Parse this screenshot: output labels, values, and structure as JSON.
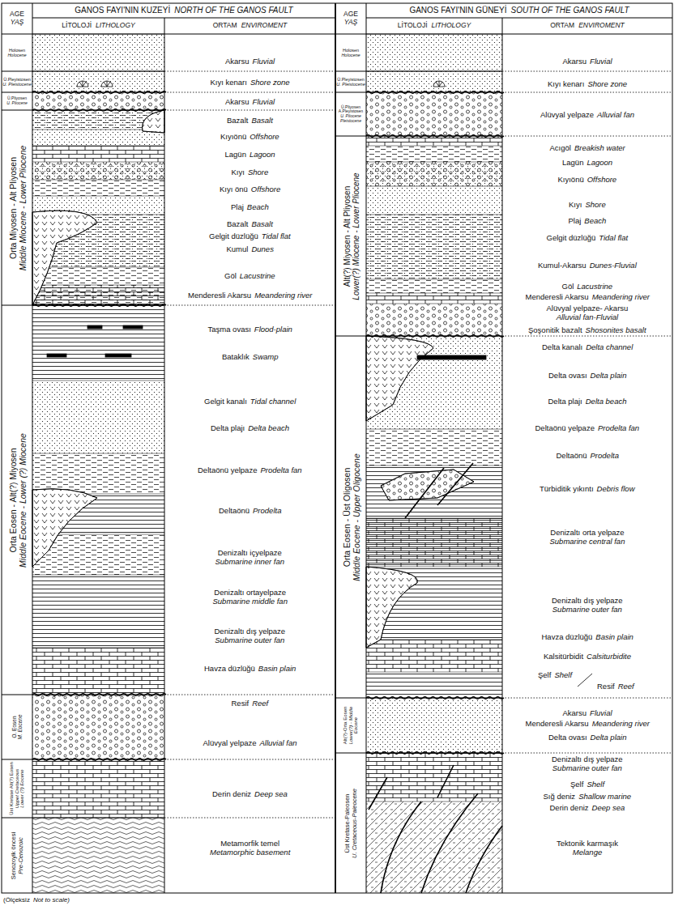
{
  "diagram": {
    "nodes": [
      {
        "text": [
          "AGE",
          "YAŞ"
        ]
      },
      {
        "text": [
          "GANOS FAYI'NIN KUZEYİ",
          "NORTH OF THE GANOS FAULT"
        ]
      },
      {
        "text": [
          "LİTOLOJİ",
          "LITHOLOGY"
        ]
      },
      {
        "text": [
          "ORTAM",
          "ENVIROMENT"
        ]
      },
      {
        "text": [
          "AGE",
          "YAŞ"
        ]
      },
      {
        "text": [
          "GANOS FAYI'NIN GÜNEYİ",
          "SOUTH OF THE GANOS FAULT"
        ]
      },
      {
        "text": [
          "LİTOLOJİ",
          "LITHOLOGY"
        ]
      },
      {
        "text": [
          "ORTAM",
          "ENVIROMENT"
        ]
      },
      {
        "text": [
          "Holosen",
          "Holocene"
        ]
      },
      {
        "text": [
          "Ü.Pleyistosen",
          "U. Pleistocene"
        ]
      },
      {
        "text": [
          "Ü.Pliyosen",
          "U. Pliocene"
        ]
      },
      {
        "text": [
          "Orta Miyosen - Alt Pliyosen",
          "Middle Miocene - Lower Pliocene"
        ]
      },
      {
        "text": [
          "Orta Eosen - Alt(?) Miyosen",
          "Middle Eocene - Lower (?) Miocene"
        ]
      },
      {
        "text": [
          "O. Eosen",
          "M. Eocene"
        ]
      },
      {
        "text": [
          "Üst Kretase Alt(?) Eosen",
          "Uppet Cretaceous Lower (?) Eocene"
        ]
      },
      {
        "text": [
          "Senozoyik öncesi",
          "Pre-Cenozoic"
        ]
      },
      {
        "text": [
          "Holosen",
          "Holocene"
        ]
      },
      {
        "text": [
          "Ü.Pleyistosen",
          "U. Pleistocene"
        ]
      },
      {
        "text": [
          "Ü.Pliyosen A.Pleyistosen",
          "U. Pliocene Pleistocene"
        ]
      },
      {
        "text": [
          "Alt(?) Miyosen - Alt Pliyosen",
          "Lower(?) Miocene - Lower Pliocene"
        ]
      },
      {
        "text": [
          "Orta Eosen - Üst Oligosen",
          "Middle Eocene - Upper Oligocene"
        ]
      },
      {
        "text": [
          "Alt(?)-Orta Eosen",
          "Lower(?) - Middle Eocene"
        ]
      },
      {
        "text": [
          "Üst Kretase-Paleosen",
          "U. Cretaceous-Paleocene"
        ]
      }
    ],
    "labels": [
      "Akarsu",
      "Fluvial",
      "Kıyı kenarı",
      "Shore zone",
      "Akarsu",
      "Fluvial",
      "Bazalt",
      "Basalt",
      "Kıyıönü",
      "Offshore",
      "Lagün",
      "Lagoon",
      "Kıyı",
      "Shore",
      "Kıyı önü",
      "Offshore",
      "Plaj",
      "Beach",
      "Bazalt",
      "Basalt",
      "Gelgit düzlüğü",
      "Tidal flat",
      "Kumul",
      "Dunes",
      "Göl",
      "Lacustrine",
      "Menderesli Akarsu",
      "Meandering river",
      "Taşma ovası",
      "Flood-plain",
      "Bataklık",
      "Swamp",
      "Gelgit kanalı",
      "Tidal channel",
      "Delta plajı",
      "Delta beach",
      "Deltaönü yelpaze",
      "Prodelta fan",
      "Deltaönü",
      "Prodelta",
      "Denizaltı içyelpaze",
      "Submarine inner fan",
      "Denizaltı ortayelpaze",
      "Submarine middle fan",
      "Denizaltı dış yelpaze",
      "Submarine outer fan",
      "Havza düzlüğü",
      "Basin plain",
      "Resif",
      "Reef",
      "Alüvyal yelpaze",
      "Alluvial fan",
      "Derin deniz",
      "Deep sea",
      "Metamorfik temel",
      "Metamorphic basement",
      "Akarsu",
      "Fluvial",
      "Kıyı kenarı",
      "Shore zone",
      "Alüvyal yelpaze",
      "Alluvial fan",
      "Acıgöl",
      "Breakish water",
      "Lagün",
      "Lagoon",
      "Kıyıönü",
      "Offshore",
      "Kıyı",
      "Shore",
      "Plaj",
      "Beach",
      "Gelgit düzlüğü",
      "Tidal flat",
      "Kumul-Akarsu",
      "Dunes-Fluvial",
      "Göl",
      "Lacustrine",
      "Menderesli Akarsu",
      "Meandering river",
      "Alüvyal yelpaze- Akarsu",
      "Alluvial fan-Fluvial",
      "Şoşonitik bazalt",
      "Shosonites basalt",
      "Delta kanalı",
      "Delta channel",
      "Delta ovası",
      "Delta plain",
      "Delta plajı",
      "Delta beach",
      "Deltaönü yelpaze",
      "Prodelta fan",
      "Deltaönü",
      "Prodelta",
      "Türbiditik yıkıntı",
      "Debris flow",
      "Denizaltı orta yelpaze",
      "Submarine central fan",
      "Denizaltı dış yelpaze",
      "Submarine outer fan",
      "Havza düzlüğü",
      "Basin plain",
      "Kalsitürbidit",
      "Calsiturbidite",
      "Şelf",
      "Shelf",
      "Resif",
      "Reef",
      "Akarsu",
      "Fluvial",
      "Menderesli Akarsu",
      "Meandering river",
      "Delta ovası",
      "Delta plain",
      "Denizaltı dış yelpaze",
      "Submarine outer fan",
      "Şelf",
      "Shelf",
      "Sığ deniz",
      "Shallow marine",
      "Derin deniz",
      "Deep sea",
      "Tektonik karmaşık",
      "Melange",
      "(Ölçeksiz",
      "Not to scale)"
    ]
  }
}
